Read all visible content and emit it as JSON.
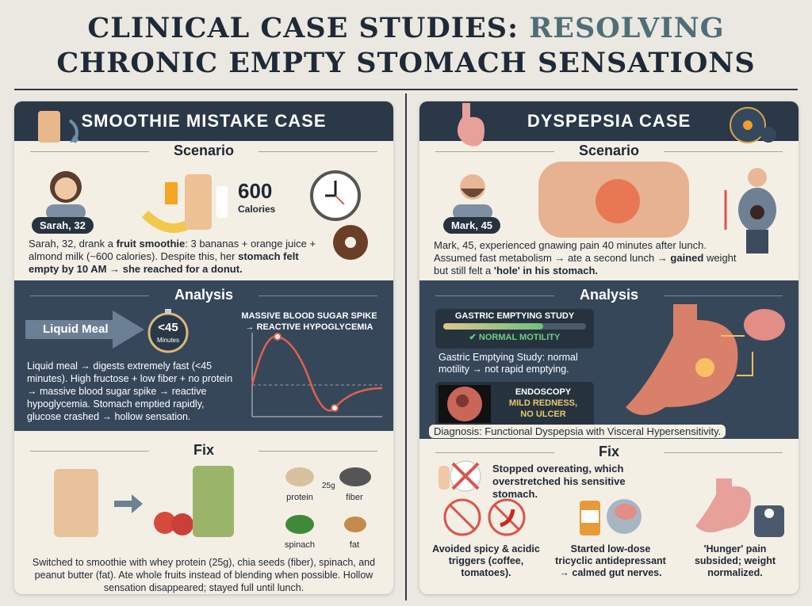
{
  "title": {
    "line1": "CLINICAL CASE STUDIES: ",
    "line1_accent": "RESOLVING",
    "line2": "CHRONIC EMPTY STOMACH SENSATIONS"
  },
  "left": {
    "header": "SMOOTHIE MISTAKE CASE",
    "scenario": {
      "heading": "Scenario",
      "person": "Sarah, 32",
      "calories_value": "600",
      "calories_label": "Calories",
      "text_a": "Sarah, 32, drank a ",
      "text_b": "fruit smoothie",
      "text_c": ": 3 bananas + orange juice + almond milk (~600 calories). Despite this, her ",
      "text_d": "stomach felt empty by 10 AM → she reached for a donut."
    },
    "analysis": {
      "heading": "Analysis",
      "arrow_label": "Liquid Meal",
      "timer_value": "<45",
      "timer_unit": "Minutes",
      "chart_title1": "MASSIVE BLOOD SUGAR SPIKE",
      "chart_title2": "→ REACTIVE HYPOGLYCEMIA",
      "text": "Liquid meal → digests extremely fast (<45 minutes). High fructose + low fiber + no protein → massive blood sugar spike → reactive hypoglycemia. Stomach emptied rapidly, glucose crashed → hollow sensation."
    },
    "fix": {
      "heading": "Fix",
      "labels": {
        "protein_amount": "25g",
        "protein": "protein",
        "fiber": "fiber",
        "spinach": "spinach",
        "fat": "fat"
      },
      "text": "Switched to smoothie with whey protein (25g), chia seeds (fiber), spinach, and peanut butter (fat). Ate whole fruits instead of blending when possible. Hollow sensation disappeared; stayed full until lunch."
    }
  },
  "right": {
    "header": "DYSPEPSIA CASE",
    "scenario": {
      "heading": "Scenario",
      "person": "Mark, 45",
      "text_a": "Mark, 45, experienced gnawing pain 40 minutes after lunch. Assumed fast metabolism → ate a second lunch → ",
      "text_b": "gained",
      "text_c": " weight but still felt a ",
      "text_d": "'hole' in his stomach."
    },
    "analysis": {
      "heading": "Analysis",
      "study_title": "GASTRIC EMPTYING STUDY",
      "study_result": "✔ NORMAL MOTILITY",
      "study_level": 0.7,
      "study_text": "Gastric Emptying Study: normal motility → not rapid emptying.",
      "endo_title": "ENDOSCOPY",
      "endo_result1": "MILD REDNESS,",
      "endo_result2": "NO ULCER",
      "diagnosis": "Diagnosis: Functional Dyspepsia with Visceral Hypersensitivity."
    },
    "fix": {
      "heading": "Fix",
      "item1": "Stopped overeating, which overstretched his sensitive stomach.",
      "item2": "Avoided spicy & acidic triggers (coffee, tomatoes).",
      "item3": "Started low-dose tricyclic antidepressant → calmed gut nerves.",
      "item4": "'Hunger' pain subsided; weight normalized."
    }
  },
  "colors": {
    "navy": "#2a3848",
    "accent": "#4f6e78",
    "cream": "#f4efe5",
    "danger": "#d9544a",
    "success": "#5cb85c"
  }
}
